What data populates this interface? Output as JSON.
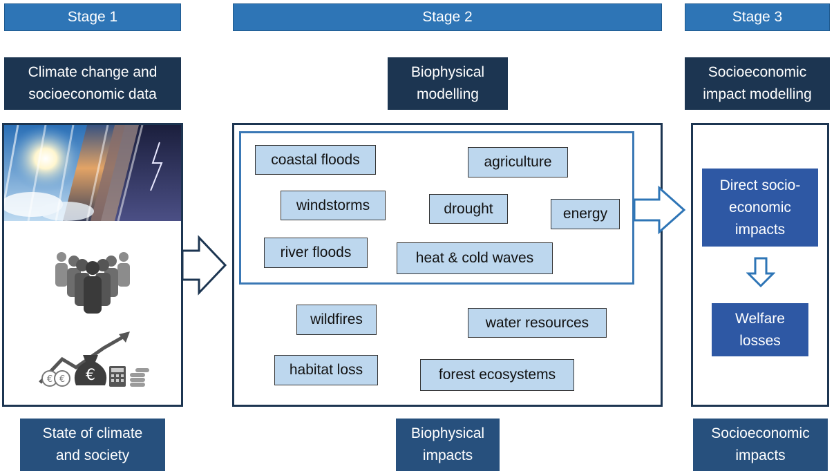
{
  "stages": {
    "s1": "Stage 1",
    "s2": "Stage 2",
    "s3": "Stage 3"
  },
  "headers": {
    "h1": [
      "Climate change and",
      "socioeconomic data"
    ],
    "h2": [
      "Biophysical",
      "modelling"
    ],
    "h3": [
      "Socioeconomic",
      "impact modelling"
    ]
  },
  "sectors_core": {
    "coastal_floods": "coastal floods",
    "agriculture": "agriculture",
    "windstorms": "windstorms",
    "drought": "drought",
    "energy": "energy",
    "river_floods": "river floods",
    "heat_cold": "heat & cold waves"
  },
  "sectors_other": {
    "wildfires": "wildfires",
    "water_resources": "water resources",
    "habitat_loss": "habitat loss",
    "forest_ecosystems": "forest ecosystems"
  },
  "impacts": {
    "direct": [
      "Direct socio-",
      "economic",
      "impacts"
    ],
    "welfare": [
      "Welfare",
      "losses"
    ]
  },
  "outputs": {
    "o1": [
      "State of climate",
      "and society"
    ],
    "o2": [
      "Biophysical",
      "impacts"
    ],
    "o3": [
      "Socioeconomic",
      "impacts"
    ]
  },
  "icons": [
    "weather-collage-image",
    "population-icon",
    "euro-finance-icon"
  ],
  "colors": {
    "stage_blue": "#2e75b6",
    "header_navy": "#1c3551",
    "output_blue": "#27507d",
    "chip_light": "#bdd7ee",
    "impact_blue": "#2e58a4"
  }
}
